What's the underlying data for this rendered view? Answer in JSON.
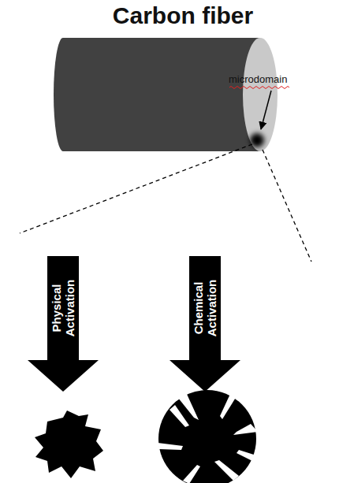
{
  "diagram": {
    "nodes": [
      {
        "text": [
          "Carbon fiber"
        ]
      },
      {
        "text": [
          "Physical Activation"
        ]
      },
      {
        "text": [
          "Chemical Activation"
        ]
      }
    ],
    "labels": [
      "microdomain"
    ]
  }
}
